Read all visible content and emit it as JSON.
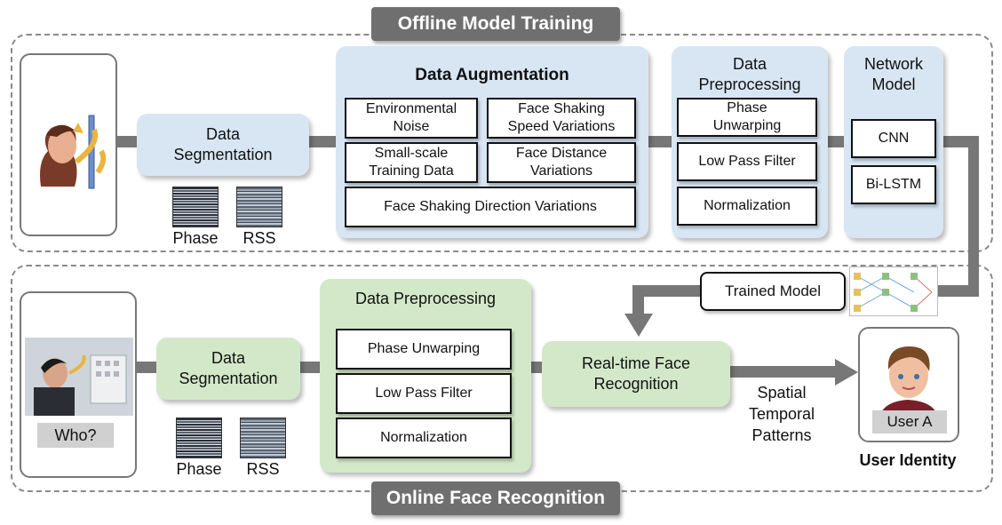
{
  "offline": {
    "title": "Offline Model Training",
    "data_segmentation": "Data\nSegmentation",
    "signals": [
      "Phase",
      "RSS"
    ],
    "augmentation": {
      "title": "Data Augmentation",
      "items": [
        "Environmental\nNoise",
        "Face Shaking\nSpeed Variations",
        "Small-scale\nTraining Data",
        "Face Distance\nVariations",
        "Face Shaking Direction Variations"
      ]
    },
    "preprocessing": {
      "title": "Data\nPreprocessing",
      "items": [
        "Phase\nUnwarping",
        "Low Pass Filter",
        "Normalization"
      ]
    },
    "network": {
      "title": "Network\nModel",
      "items": [
        "CNN",
        "Bi-LSTM"
      ]
    }
  },
  "trained_model": "Trained Model",
  "online": {
    "title": "Online Face Recognition",
    "who": "Who?",
    "data_segmentation": "Data\nSegmentation",
    "signals": [
      "Phase",
      "RSS"
    ],
    "preprocessing": {
      "title": "Data Preprocessing",
      "items": [
        "Phase Unwarping",
        "Low Pass Filter",
        "Normalization"
      ]
    },
    "realtime": "Real-time Face\nRecognition",
    "patterns": "Spatial\nTemporal\nPatterns",
    "user_badge": "User A",
    "user_identity": "User Identity"
  },
  "colors": {
    "blue_panel": "#d8e6f4",
    "green_panel": "#d3e8c8",
    "tag": "#6f6f6f",
    "connector": "#777777"
  }
}
